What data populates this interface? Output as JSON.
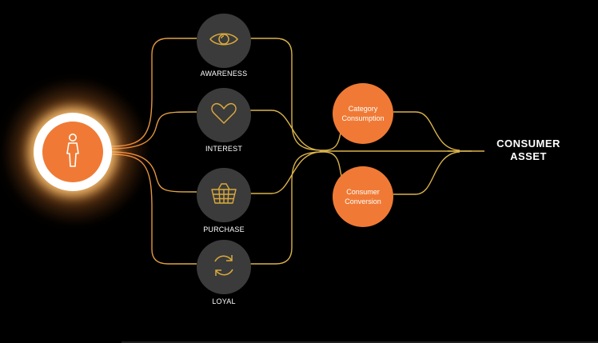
{
  "diagram": {
    "stages": [
      {
        "label": "AWARENESS",
        "icon": "eye-icon"
      },
      {
        "label": "INTEREST",
        "icon": "heart-icon"
      },
      {
        "label": "PURCHASE",
        "icon": "basket-icon"
      },
      {
        "label": "LOYAL",
        "icon": "cycle-arrows-icon"
      }
    ],
    "outcomes": [
      {
        "label": "Category Consumption"
      },
      {
        "label": "Consumer Conversion"
      }
    ],
    "result": {
      "line1": "CONSUMER",
      "line2": "ASSET"
    },
    "source_icon": "person-icon"
  },
  "colors": {
    "background": "#000000",
    "accent_orange": "#f07a35",
    "stage_circle": "#3b3b3b",
    "icon_gold": "#d9a93c",
    "path_orange": "#e8783a",
    "path_gold": "#d9b24a"
  }
}
